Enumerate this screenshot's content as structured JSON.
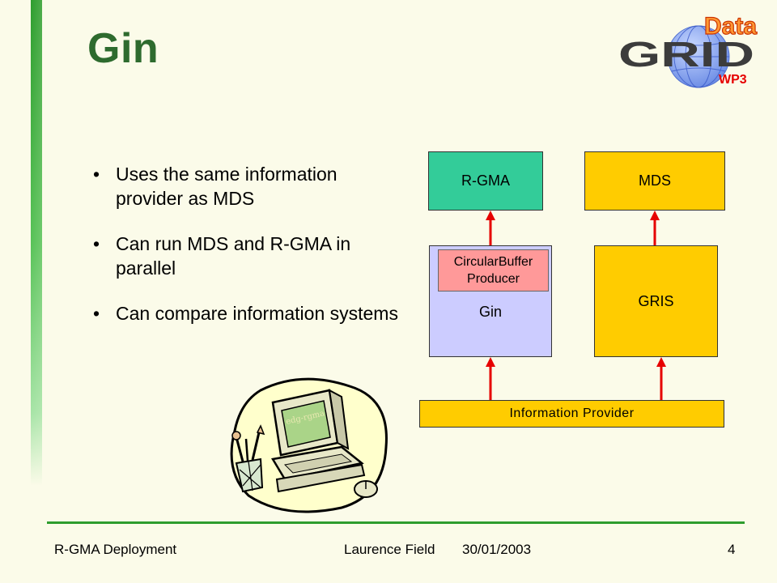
{
  "slide": {
    "title": "Gin",
    "bullets": [
      "Uses the same information provider as MDS",
      "Can run MDS and R-GMA in parallel",
      "Can compare information systems"
    ],
    "bullet_glyph": "•"
  },
  "logo": {
    "word_top": "Data",
    "word_main": "GRID",
    "tag": "WP3"
  },
  "diagram": {
    "rgma": "R-GMA",
    "mds": "MDS",
    "circular_buffer_line1": "CircularBuffer",
    "circular_buffer_line2": "Producer",
    "gin": "Gin",
    "gris": "GRIS",
    "info_provider": "Information Provider",
    "colors": {
      "rgma": "#33cc99",
      "mds_gris_info": "#ffcc00",
      "gin": "#ccccff",
      "circular_buffer": "#ff9999",
      "arrow": "#e60000"
    }
  },
  "clipart": {
    "screen_text": "edg-rgma"
  },
  "footer": {
    "left": "R-GMA Deployment",
    "author": "Laurence Field",
    "date": "30/01/2003",
    "page": "4"
  }
}
